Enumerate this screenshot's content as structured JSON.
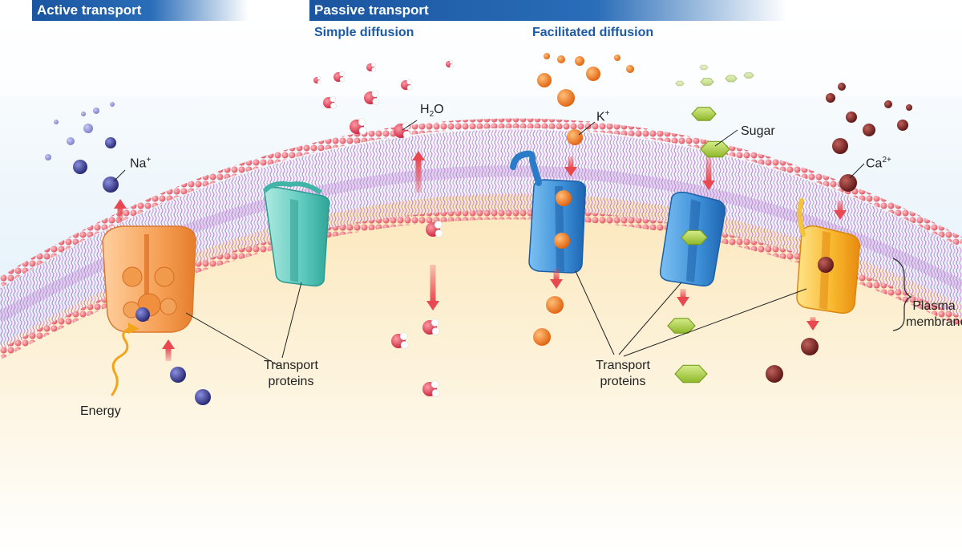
{
  "headers": {
    "active": "Active transport",
    "passive": "Passive transport"
  },
  "subheaders": {
    "simple": "Simple diffusion",
    "facilitated": "Facilitated diffusion"
  },
  "labels": {
    "energy": "Energy",
    "transport_line1": "Transport",
    "transport_line2": "proteins",
    "sugar": "Sugar",
    "plasma_line1": "Plasma",
    "plasma_line2": "membrane"
  },
  "ions": {
    "na_base": "Na",
    "na_charge": "+",
    "water_h": "H",
    "water_sub": "2",
    "water_o": "O",
    "k_base": "K",
    "k_charge": "+",
    "ca_base": "Ca",
    "ca_charge": "2+"
  },
  "colors": {
    "header_blue": "#1b55a0",
    "subheader_blue": "#1d5aa6",
    "sodium": "#2e2f86",
    "water_oxygen": "#e0384f",
    "potassium": "#f07a1c",
    "sugar": "#a8cc3a",
    "calcium": "#7a2020",
    "arrow": "#e8484f",
    "pump_orange": "#f5a25a",
    "channel_teal": "#5cc9bd",
    "channel_blue": "#3c8fd8",
    "channel_yellow": "#f7b52a",
    "head_pink": "#ee6f7a",
    "tail_violet": "#b080c8"
  }
}
